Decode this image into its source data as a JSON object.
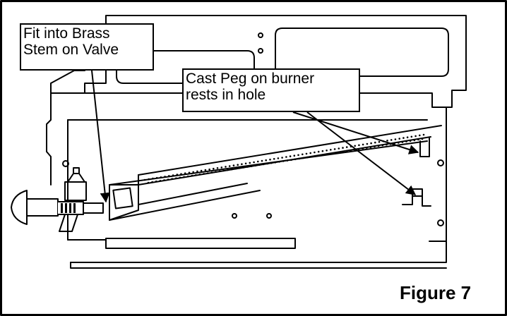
{
  "callouts": {
    "valve": {
      "line1": "Fit into Brass",
      "line2": "Stem on Valve"
    },
    "peg": {
      "line1": "Cast Peg on burner",
      "line2": "rests in hole"
    }
  },
  "figure_label": "Figure 7",
  "colors": {
    "ink": "#000000",
    "paper": "#ffffff"
  }
}
